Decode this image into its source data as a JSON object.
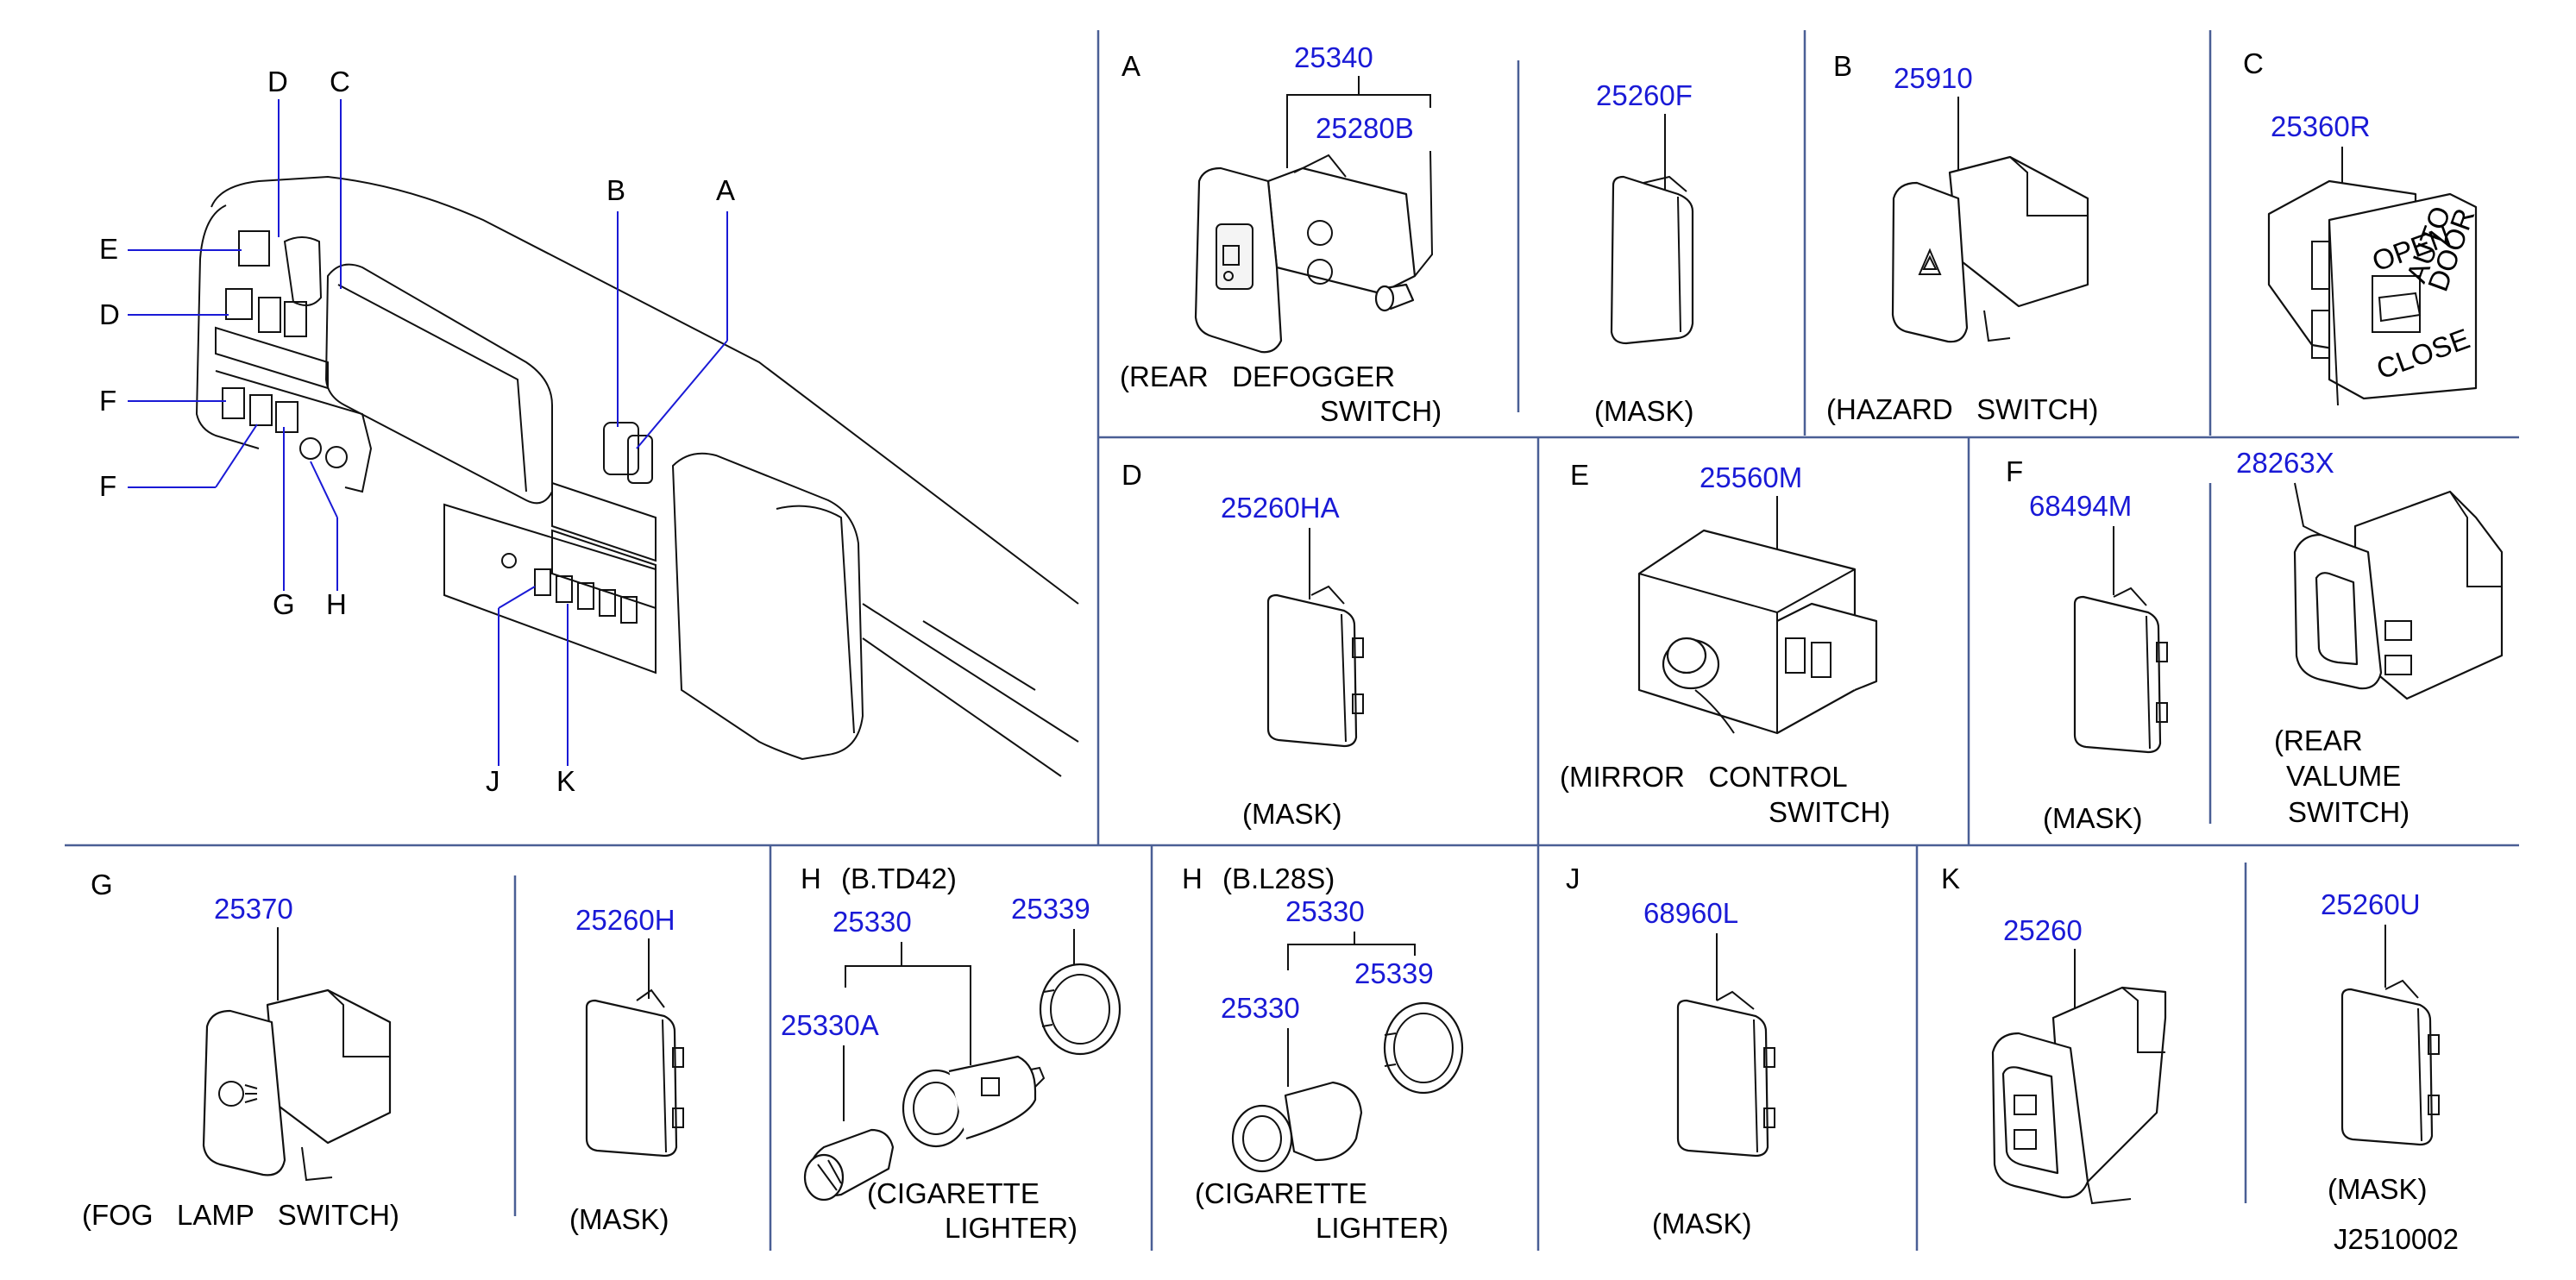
{
  "sections": {
    "A": {
      "letter": "A",
      "parts": [
        "25340",
        "25280B"
      ],
      "caption1": "(REAR   DEFOGGER",
      "caption2": "SWITCH)"
    },
    "A_mask": {
      "part": "25260F",
      "caption": "(MASK)"
    },
    "B": {
      "letter": "B",
      "part": "25910",
      "caption": "(HAZARD   SWITCH)"
    },
    "C": {
      "letter": "C",
      "part": "25360R",
      "text_open": "OPEN",
      "text_auto": "AUTO",
      "text_door": "DOOR",
      "text_close": "CLOSE"
    },
    "D": {
      "letter": "D",
      "part": "25260HA",
      "caption": "(MASK)"
    },
    "E": {
      "letter": "E",
      "part": "25560M",
      "caption1": "(MIRROR   CONTROL",
      "caption2": "SWITCH)"
    },
    "F": {
      "letter": "F",
      "part": "68494M",
      "caption": "(MASK)"
    },
    "F_rear": {
      "part": "28263X",
      "caption1": "(REAR",
      "caption2": "VALUME",
      "caption3": "SWITCH)"
    },
    "G": {
      "letter": "G",
      "part": "25370",
      "caption": "(FOG   LAMP   SWITCH)"
    },
    "G_mask": {
      "part": "25260H",
      "caption": "(MASK)"
    },
    "H1": {
      "letter": "H",
      "variant": "(B.TD42)",
      "parts": [
        "25330",
        "25339",
        "25330A"
      ],
      "caption1": "(CIGARETTE",
      "caption2": "LIGHTER)"
    },
    "H2": {
      "letter": "H",
      "variant": "(B.L28S)",
      "parts": [
        "25330",
        "25339",
        "25330"
      ],
      "caption1": "(CIGARETTE",
      "caption2": "LIGHTER)"
    },
    "J": {
      "letter": "J",
      "part": "68960L",
      "caption": "(MASK)"
    },
    "K": {
      "letter": "K",
      "part": "25260",
      "caption": ""
    },
    "K_mask": {
      "part": "25260U",
      "caption": "(MASK)"
    }
  },
  "overview_labels": [
    "D",
    "C",
    "E",
    "D",
    "B",
    "A",
    "F",
    "F",
    "G",
    "H",
    "J",
    "K"
  ],
  "diagram_code": "J2510002"
}
